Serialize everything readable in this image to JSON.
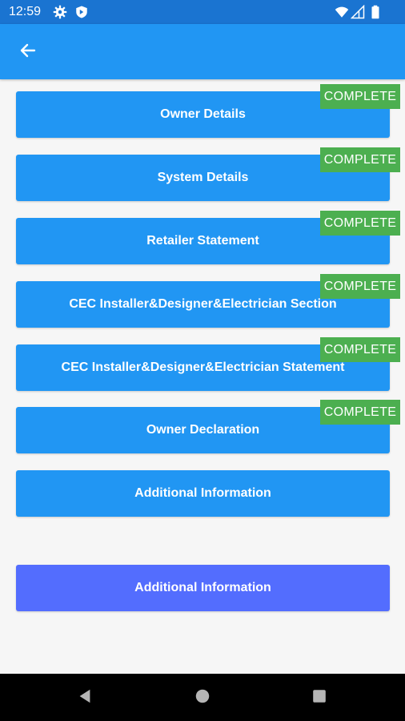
{
  "status_bar": {
    "time": "12:59",
    "icons": [
      "gear-icon",
      "shield-icon",
      "wifi-icon",
      "signal-icon",
      "battery-icon"
    ]
  },
  "app_bar": {
    "back_icon": "arrow-left-icon"
  },
  "sections": [
    {
      "label": "Owner Details",
      "status": "COMPLETE"
    },
    {
      "label": "System Details",
      "status": "COMPLETE"
    },
    {
      "label": "Retailer Statement",
      "status": "COMPLETE"
    },
    {
      "label": "CEC Installer&Designer&Electrician Section",
      "status": "COMPLETE"
    },
    {
      "label": "CEC Installer&Designer&Electrician Statement",
      "status": "COMPLETE"
    },
    {
      "label": "Owner Declaration",
      "status": "COMPLETE"
    },
    {
      "label": "Additional Information"
    }
  ],
  "action_button": {
    "label": "Additional Information"
  },
  "colors": {
    "status_bar": "#1a74d1",
    "app_bar": "#2196f3",
    "section_card": "#2196f3",
    "complete_badge": "#4caf50",
    "action_button": "#536dfe",
    "nav_bar": "#000000"
  },
  "nav_bar": {
    "icons": [
      "back-triangle-icon",
      "home-circle-icon",
      "recents-square-icon"
    ]
  }
}
